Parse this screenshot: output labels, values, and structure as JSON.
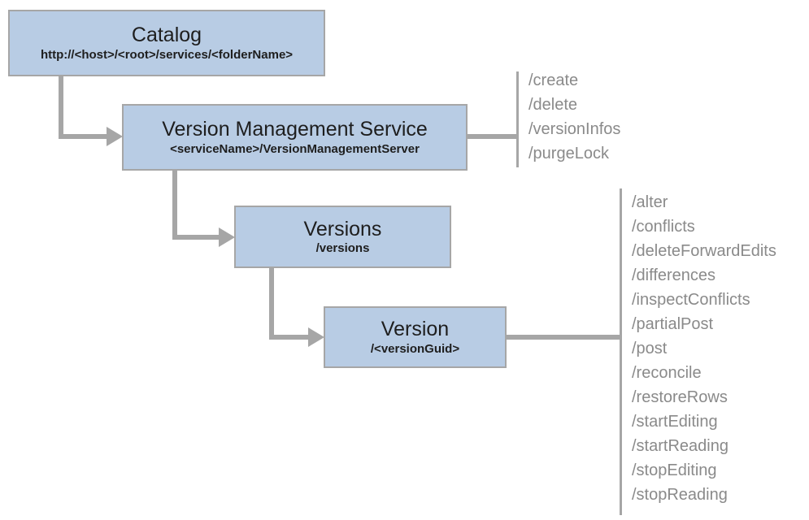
{
  "nodes": {
    "catalog": {
      "title": "Catalog",
      "subtitle": "http://<host>/<root>/services/<folderName>"
    },
    "vms": {
      "title": "Version Management Service",
      "subtitle": "<serviceName>/VersionManagementServer"
    },
    "versions": {
      "title": "Versions",
      "subtitle": "/versions"
    },
    "version": {
      "title": "Version",
      "subtitle": "/<versionGuid>"
    }
  },
  "endpoints": {
    "vms": [
      "/create",
      "/delete",
      "/versionInfos",
      "/purgeLock"
    ],
    "version": [
      "/alter",
      "/conflicts",
      "/deleteForwardEdits",
      "/differences",
      "/inspectConflicts",
      "/partialPost",
      "/post",
      "/reconcile",
      "/restoreRows",
      "/startEditing",
      "/startReading",
      "/stopEditing",
      "/stopReading"
    ]
  },
  "colors": {
    "node_fill": "#b8cce4",
    "node_border": "#a6a6a6",
    "connector": "#a6a6a6",
    "endpoint_text": "#8a8a8a",
    "title_text": "#1e1e1e"
  }
}
